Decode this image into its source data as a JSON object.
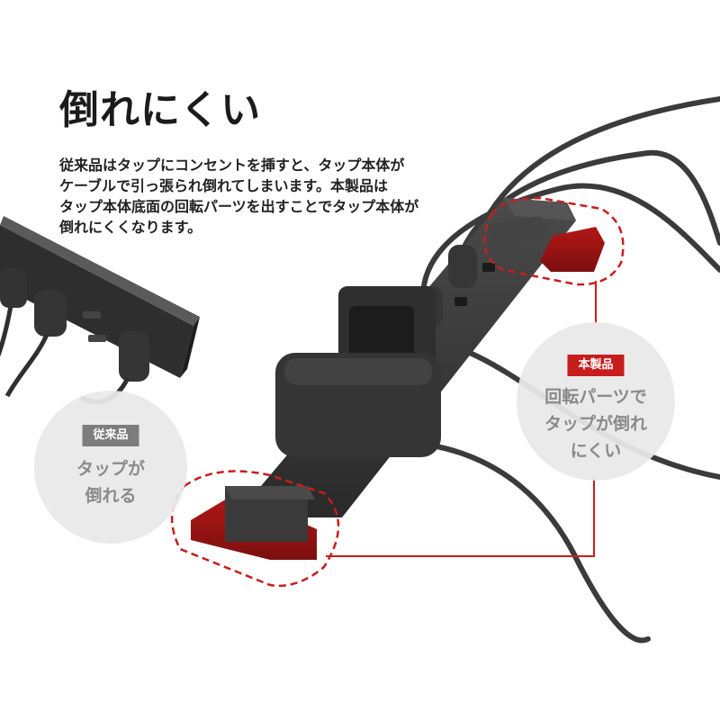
{
  "heading": "倒れにくい",
  "description_lines": [
    "従来品はタップにコンセントを挿すと、タップ本体が",
    "ケーブルで引っ張られ倒れてしまいます。本製品は",
    "タップ本体底面の回転パーツを出すことでタップ本体が",
    "倒れにくくなります。"
  ],
  "conventional": {
    "badge": "従来品",
    "lines": [
      "タップが",
      "倒れる"
    ]
  },
  "product": {
    "badge": "本製品",
    "lines": [
      "回転パーツで",
      "タップが倒れ",
      "にくい"
    ]
  },
  "colors": {
    "accent_red": "#c81d1d",
    "badge_gray": "#7d7d7d",
    "product_body": "#3a3a3a",
    "bubble_bg": "#e9e9e9",
    "bubble_text": "#8a8a8a"
  }
}
